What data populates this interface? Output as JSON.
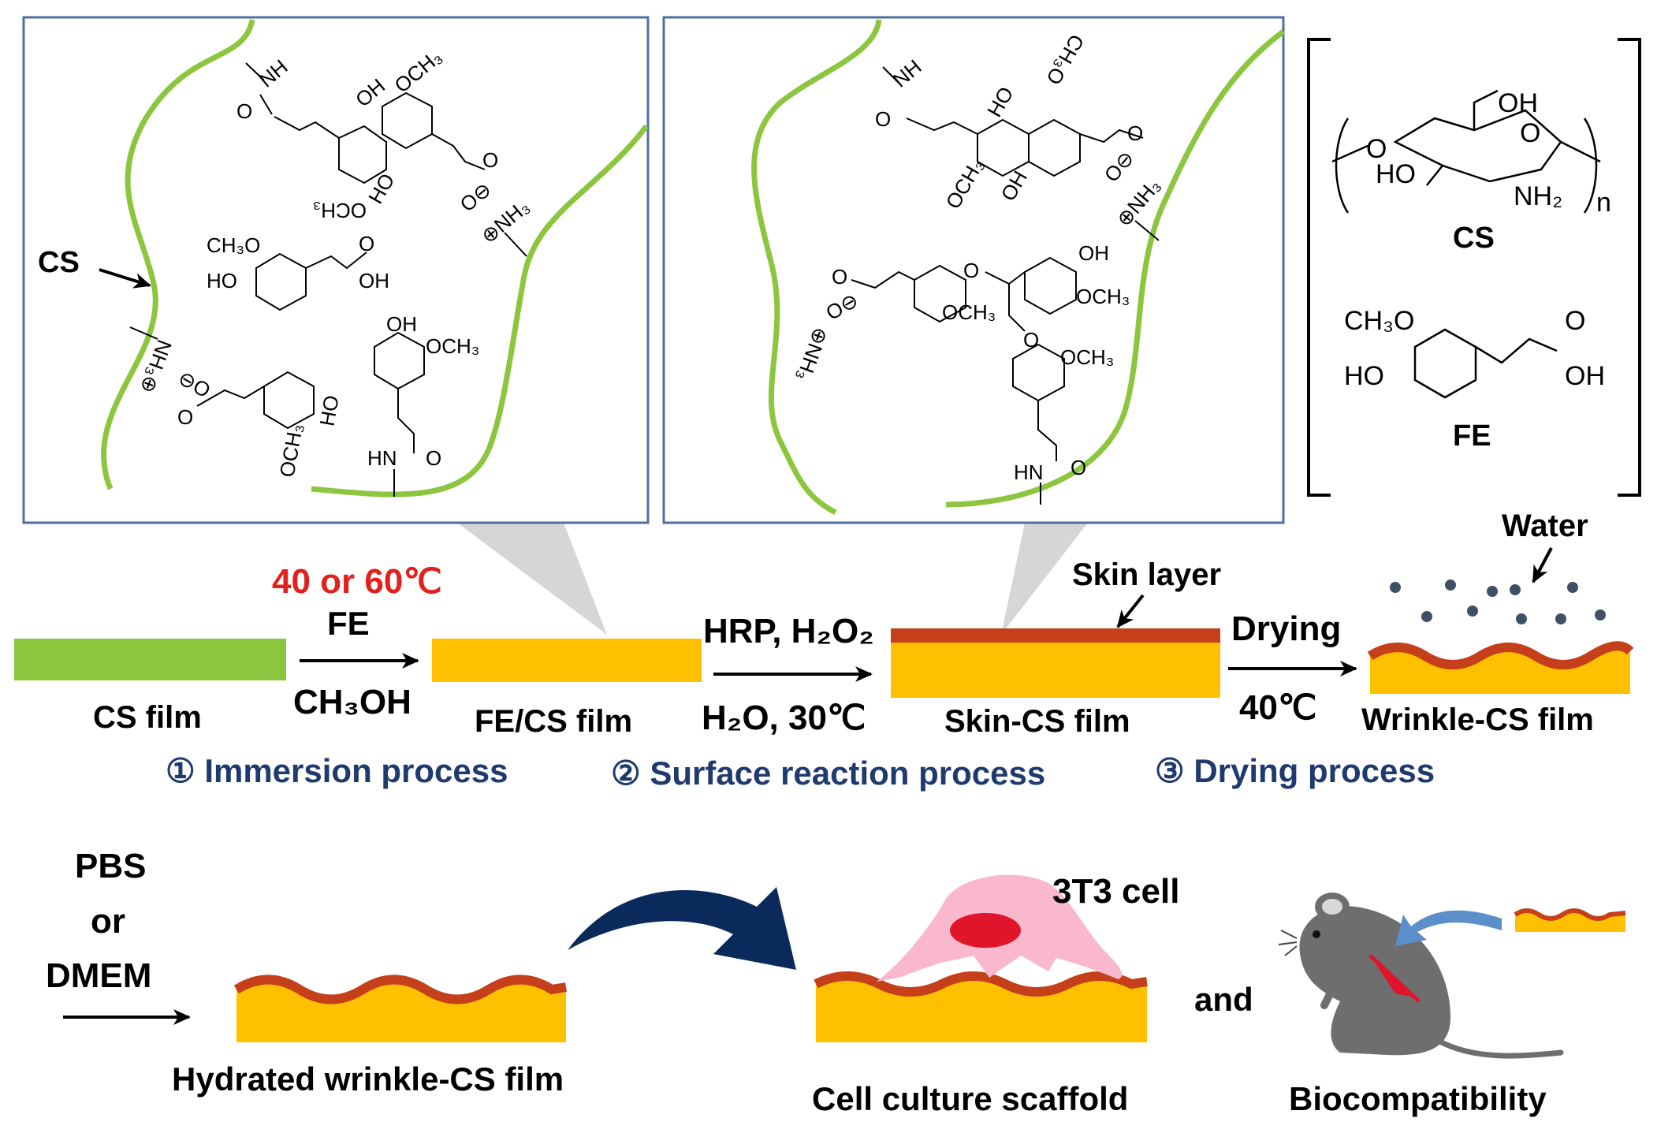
{
  "panels": {
    "left_label_cs": "CS",
    "legend": {
      "cs_formula": {
        "oh_top": "OH",
        "o_ring": "O",
        "ho": "HO",
        "nh2": "NH₂",
        "n": "n",
        "o_link": "O"
      },
      "cs_label": "CS",
      "fe_formula": {
        "ch3o": "CH₃O",
        "ho": "HO",
        "o": "O",
        "oh": "OH"
      },
      "fe_label": "FE"
    }
  },
  "chem_labels": {
    "left": {
      "nh_top": "NH",
      "o1": "O",
      "och3_a": "OCH₃",
      "ho_a": "HO",
      "oh_b": "OH",
      "och3_b": "OCH₃",
      "o_b": "O",
      "ominus_b": "O⊖",
      "nh3_b": "⊕NH₃",
      "ch3o_c": "CH₃O",
      "ho_c": "HO",
      "o_c": "O",
      "oh_c": "OH",
      "nh3_d": "NH₃⊕",
      "ominus_d": "⊖O",
      "o_d": "O",
      "ho_d": "HO",
      "och3_d": "OCH₃",
      "oh_e": "OH",
      "och3_e": "OCH₃",
      "hn_e": "HN",
      "o_e": "O"
    },
    "middle": {
      "nh_top": "NH",
      "o1": "O",
      "ho_a": "HO",
      "ch3o_a": "CH₃O",
      "och3_a": "OCH₃",
      "oh_a": "OH",
      "o_b": "O",
      "ominus_b": "O⊖",
      "nh3_b": "⊕NH₃",
      "o_c": "O",
      "ominus_c": "O⊖",
      "nh3_c": "⊕NH₃",
      "o_link": "O",
      "och3_c": "OCH₃",
      "oh_f": "OH",
      "och3_f": "OCH₃",
      "o_link2": "O",
      "och3_g": "OCH₃",
      "hn_g": "HN",
      "o_g": "O"
    }
  },
  "process": {
    "temp": "40 or 60℃",
    "fe": "FE",
    "ch3oh": "CH₃OH",
    "cs_film": "CS film",
    "fecs_film": "FE/CS film",
    "hrp": "HRP, H₂O₂",
    "h2o": "H₂O, 30℃",
    "skin_layer": "Skin layer",
    "skin_cs_film": "Skin-CS film",
    "drying": "Drying",
    "drying_temp": "40℃",
    "water": "Water",
    "wrinkle_cs_film": "Wrinkle-CS film",
    "step1": "① Immersion process",
    "step2": "② Surface reaction process",
    "step3": "③ Drying process"
  },
  "bottom": {
    "pbs": "PBS",
    "or": "or",
    "dmem": "DMEM",
    "hydrated": "Hydrated wrinkle-CS film",
    "cell": "3T3 cell",
    "scaffold": "Cell culture scaffold",
    "and": "and",
    "biocompat": "Biocompatibility"
  },
  "colors": {
    "cs_green": "#8cc63f",
    "film_yellow": "#ffc000",
    "skin_red": "#c5401a",
    "temp_red": "#e2201c",
    "step_blue": "#1f3a6e",
    "panel_border": "#4f6fa0",
    "cell_pink": "#f9b8cb",
    "nucleus_red": "#e0142a",
    "arrow_navy": "#0b2a5c",
    "arrow_lightblue": "#5b8fc9",
    "mouse_gray": "#6e6e6e",
    "water_drop": "#3f4f66"
  }
}
